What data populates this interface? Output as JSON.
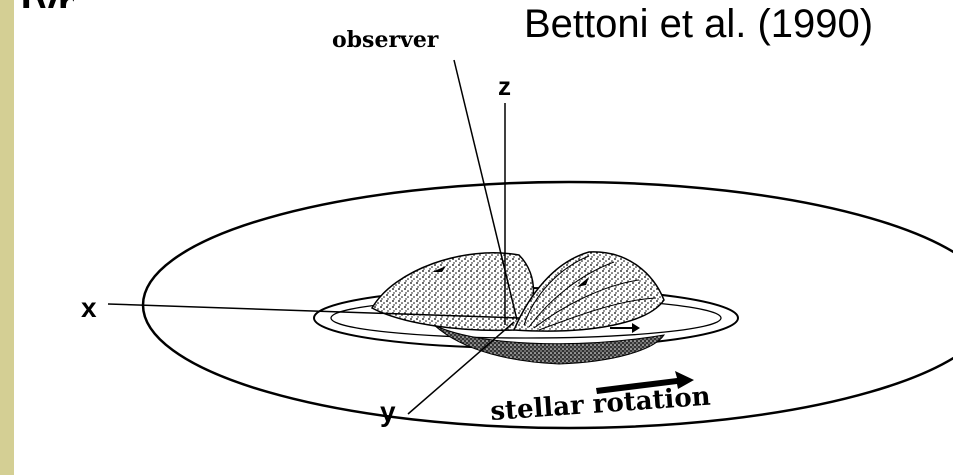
{
  "heading_fragment": "Typ",
  "citation": "Bettoni et al. (1990)",
  "labels": {
    "observer": "observer",
    "z": "z",
    "x": "x",
    "y": "y",
    "stellar_rotation": "stellar rotation"
  },
  "colors": {
    "slide_border": "#d4cf94",
    "background": "#ffffff",
    "ink": "#000000"
  }
}
